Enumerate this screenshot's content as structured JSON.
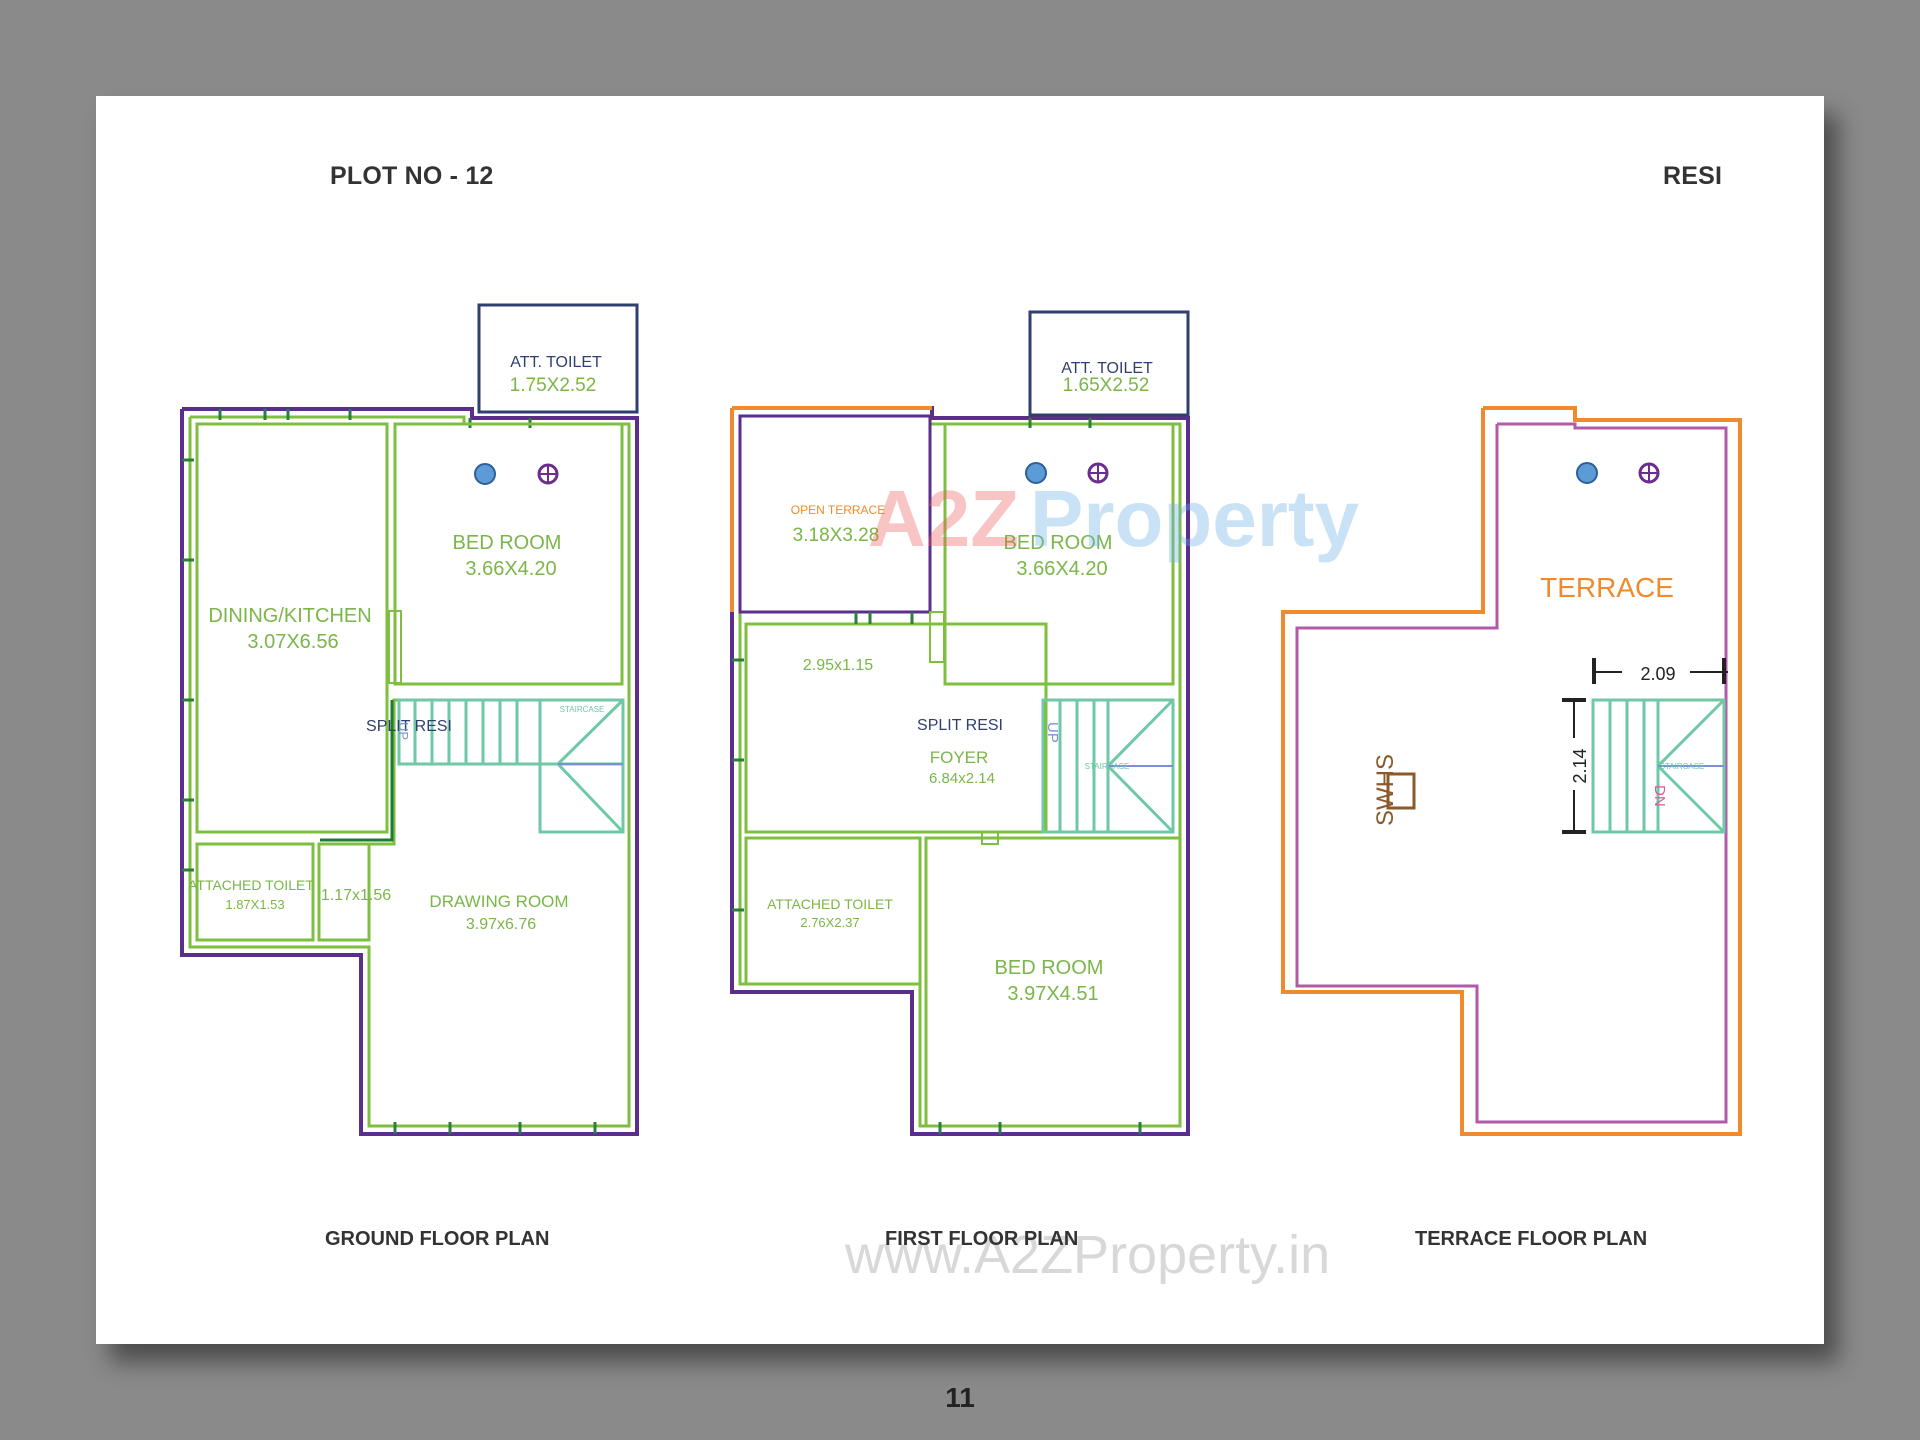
{
  "header": {
    "plot_no": "PLOT NO - 12",
    "type": "RESI"
  },
  "watermark": {
    "brand_a": "A2Z",
    "brand_b": "Property",
    "url": "www.A2ZProperty.in"
  },
  "ground_floor": {
    "title": "GROUND FLOOR PLAN",
    "att_toilet": {
      "name": "ATT. TOILET",
      "size": "1.75X2.52"
    },
    "bed_room": {
      "name": "BED ROOM",
      "size": "3.66X4.20"
    },
    "dining_kitchen": {
      "name": "DINING/KITCHEN",
      "size": "3.07X6.56"
    },
    "split_resi": "SPLIT RESI",
    "up": "UP",
    "staircase": "STAIRCASE",
    "attached_toilet": {
      "name": "ATTACHED TOILET",
      "size": "1.87X1.53"
    },
    "passage_size": "1.17x1.56",
    "drawing_room": {
      "name": "DRAWING ROOM",
      "size": "3.97x6.76"
    }
  },
  "first_floor": {
    "title": "FIRST FLOOR PLAN",
    "att_toilet": {
      "name": "ATT. TOILET",
      "size": "1.65X2.52"
    },
    "open_terrace": {
      "name": "OPEN TERRACE",
      "size": "3.18X3.28"
    },
    "bed_room_1": {
      "name": "BED ROOM",
      "size": "3.66X4.20"
    },
    "passage_size": "2.95x1.15",
    "split_resi": "SPLIT RESI",
    "foyer": {
      "name": "FOYER",
      "size": "6.84x2.14"
    },
    "up": "UP",
    "staircase": "STAIRCASE",
    "attached_toilet": {
      "name": "ATTACHED TOILET",
      "size": "2.76X2.37"
    },
    "bed_room_2": {
      "name": "BED ROOM",
      "size": "3.97X4.51"
    }
  },
  "terrace_floor": {
    "title": "TERRACE FLOOR PLAN",
    "terrace": "TERRACE",
    "stair_width": "2.09",
    "stair_length": "2.14",
    "swh": "SWHS",
    "dn": "DN",
    "staircase": "STAIRCASE"
  },
  "page_number": "11",
  "colors": {
    "wall_outer": "#5b2d8c",
    "wall_inner": "#7fbf3f",
    "room_text": "#7ab648",
    "stair": "#6fc8a6",
    "toilet_block": "#2f3f6f",
    "terrace_orange": "#f08a2c",
    "terrace_violet": "#b25aa8"
  }
}
